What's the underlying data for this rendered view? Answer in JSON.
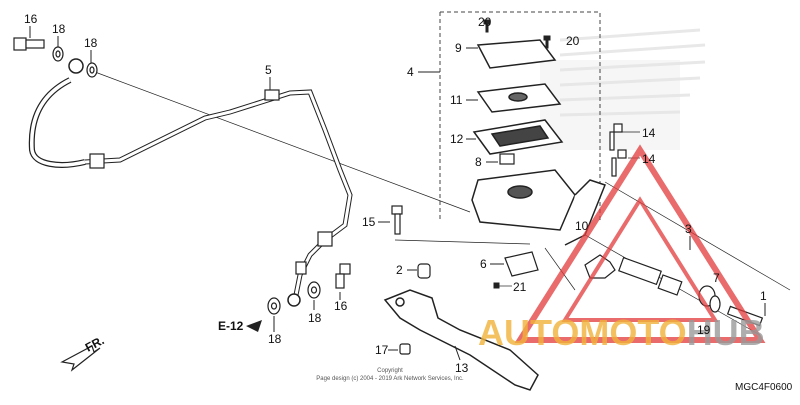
{
  "labels": {
    "p1": "1",
    "p2": "2",
    "p3": "3",
    "p4": "4",
    "p5": "5",
    "p6": "6",
    "p7": "7",
    "p8": "8",
    "p9": "9",
    "p10": "10",
    "p11": "11",
    "p12": "12",
    "p13": "13",
    "p14a": "14",
    "p14b": "14",
    "p15": "15",
    "p16a": "16",
    "p16b": "16",
    "p17": "17",
    "p18a": "18",
    "p18b": "18",
    "p18c": "18",
    "p18d": "18",
    "p19": "19",
    "p20a": "20",
    "p20b": "20",
    "p21": "21"
  },
  "ref_e12": "E-12",
  "direction_fr": "FR.",
  "copyright_line1": "Copyright",
  "copyright_line2": "Page design (c) 2004 - 2019 Ark Network Services, Inc.",
  "diagram_code": "MGC4F0600",
  "watermark": {
    "part1": "AUTO",
    "part2": "MOTO",
    "part3": "HUB",
    "color_orange": "#f2b23a",
    "color_gray": "#9a9a9a",
    "color_red": "#e23a3a"
  }
}
